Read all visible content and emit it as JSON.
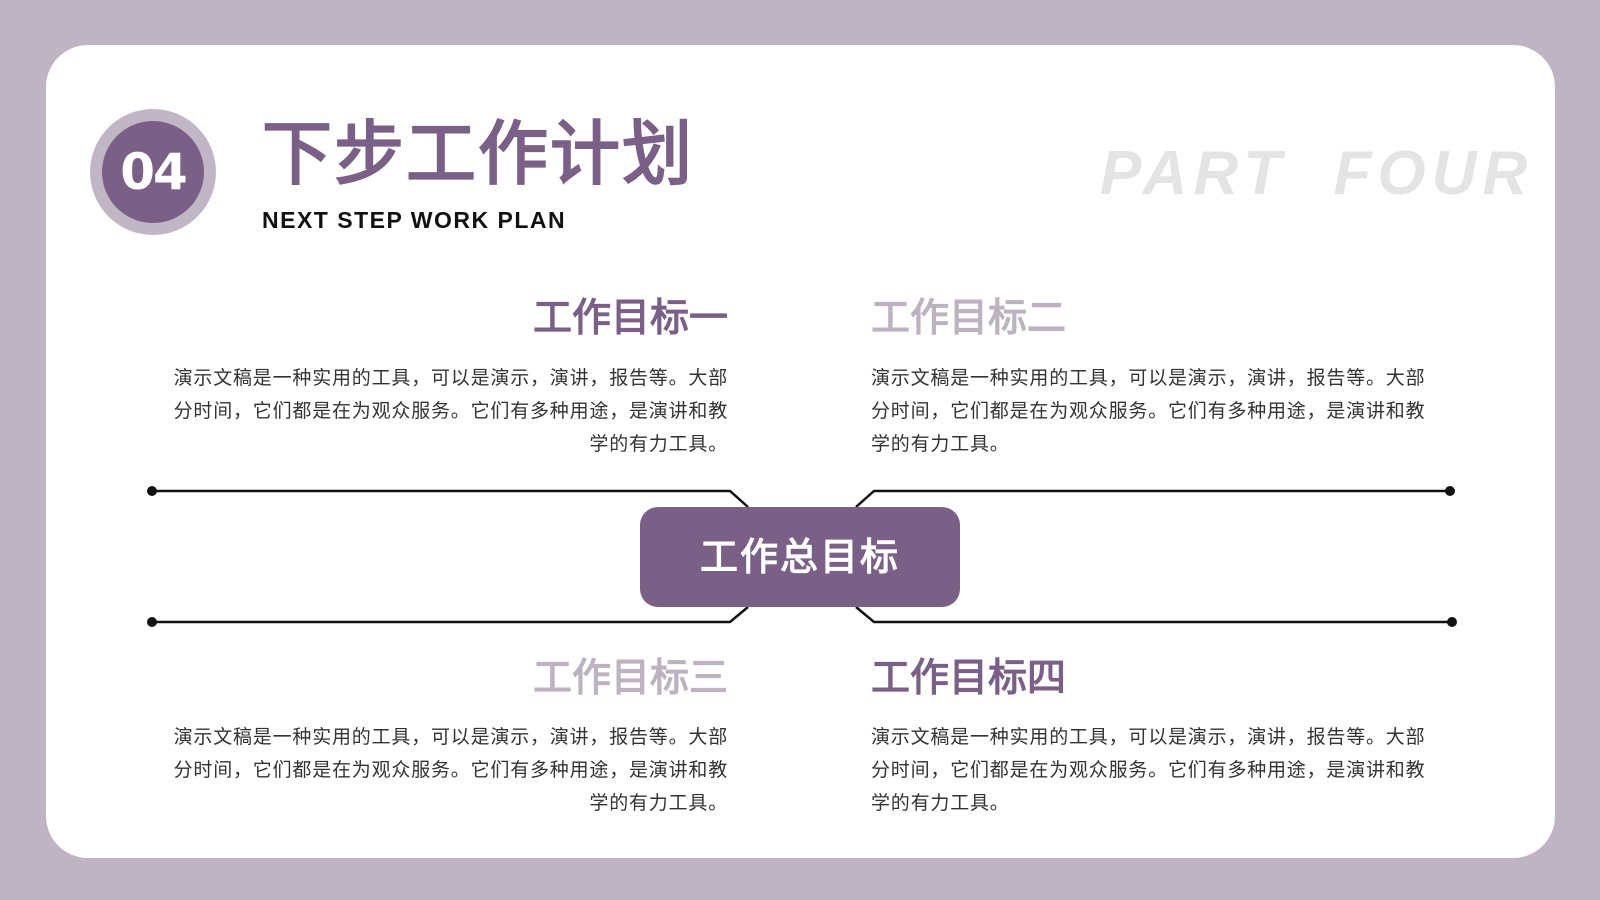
{
  "section": {
    "number": "04",
    "title": "下步工作计划",
    "subtitle": "NEXT STEP WORK PLAN",
    "watermark": "PART  FOUR"
  },
  "center": {
    "label": "工作总目标"
  },
  "goals": [
    {
      "title": "工作目标一",
      "color": "#7a5f87",
      "text": "演示文稿是一种实用的工具，可以是演示，演讲，报告等。大部分时间，它们都是在为观众服务。它们有多种用途，是演讲和教学的有力工具。"
    },
    {
      "title": "工作目标二",
      "color": "#bcb2c0",
      "text": "演示文稿是一种实用的工具，可以是演示，演讲，报告等。大部分时间，它们都是在为观众服务。它们有多种用途，是演讲和教学的有力工具。"
    },
    {
      "title": "工作目标三",
      "color": "#bcb2c0",
      "text": "演示文稿是一种实用的工具，可以是演示，演讲，报告等。大部分时间，它们都是在为观众服务。它们有多种用途，是演讲和教学的有力工具。"
    },
    {
      "title": "工作目标四",
      "color": "#7a5f87",
      "text": "演示文稿是一种实用的工具，可以是演示，演讲，报告等。大部分时间，它们都是在为观众服务。它们有多种用途，是演讲和教学的有力工具。"
    }
  ],
  "colors": {
    "accent": "#7a5f87",
    "accent_light": "#bcb2c0",
    "background": "#bfb4c3",
    "card": "#ffffff"
  }
}
